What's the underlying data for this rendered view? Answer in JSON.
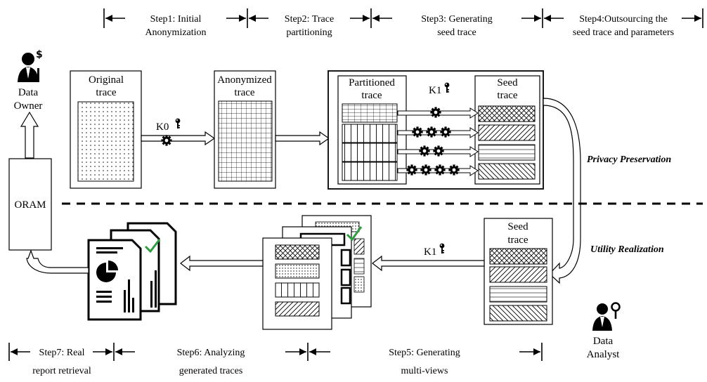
{
  "steps_top": [
    {
      "line1": "Step1: Initial",
      "line2": "Anonymization"
    },
    {
      "line1": "Step2: Trace",
      "line2": "partitioning"
    },
    {
      "line1": "Step3: Generating",
      "line2": "seed trace"
    },
    {
      "line1": "Step4:Outsourcing the",
      "line2": "seed trace and parameters"
    }
  ],
  "steps_bottom": [
    {
      "line1": "Step7: Real",
      "line2": "report retrieval"
    },
    {
      "line1": "Step6: Analyzing",
      "line2": "generated traces"
    },
    {
      "line1": "Step5: Generating",
      "line2": "multi-views"
    }
  ],
  "actors": {
    "owner": {
      "line1": "Data",
      "line2": "Owner"
    },
    "analyst": {
      "line1": "Data",
      "line2": "Analyst"
    }
  },
  "boxes": {
    "original": {
      "line1": "Original",
      "line2": "trace"
    },
    "anonymized": {
      "line1": "Anonymized",
      "line2": "trace"
    },
    "partitioned": {
      "line1": "Partitioned",
      "line2": "trace"
    },
    "seed_top": {
      "line1": "Seed",
      "line2": "trace"
    },
    "seed_bottom": {
      "line1": "Seed",
      "line2": "trace"
    },
    "oram": "ORAM"
  },
  "keys": {
    "k0": "K0",
    "k1_top": "K1",
    "k1_bottom": "K1"
  },
  "regions": {
    "privacy": "Privacy Preservation",
    "utility": "Utility Realization"
  },
  "icons": [
    "person-dollar-icon",
    "person-key-icon",
    "gear-icon",
    "key-icon",
    "report-icon",
    "pie-chart-icon",
    "bar-chart-icon",
    "checkmark-icon"
  ],
  "colors": {
    "line": "#000000",
    "check": "#2e9e3e"
  }
}
